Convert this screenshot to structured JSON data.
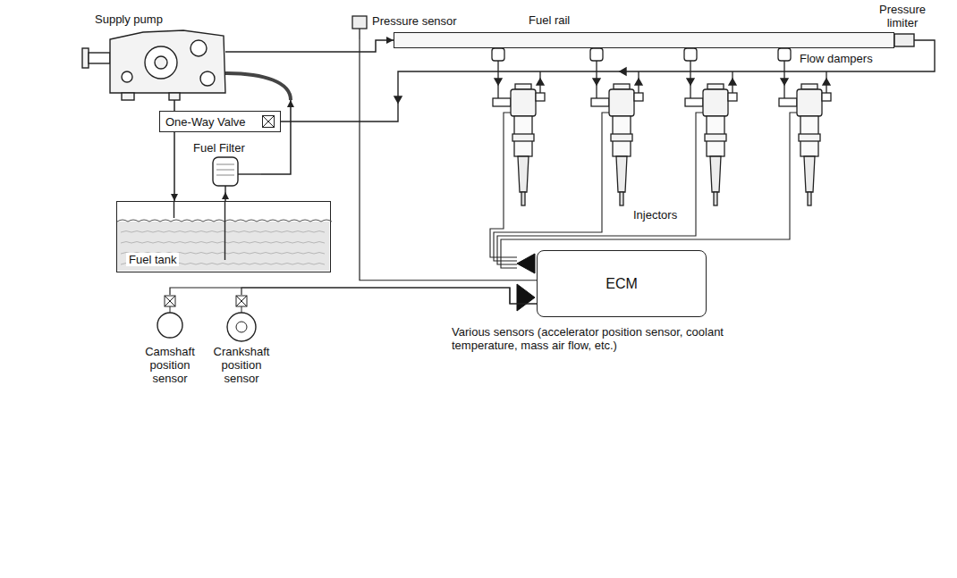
{
  "diagram": {
    "nodes": [
      {
        "text": [
          "Supply pump"
        ]
      },
      {
        "text": [
          "Pressure sensor"
        ]
      },
      {
        "text": [
          "Fuel rail"
        ]
      },
      {
        "text": [
          "Pressure limiter"
        ]
      },
      {
        "text": [
          "One-Way Valve"
        ]
      },
      {
        "text": [
          "Fuel Filter"
        ]
      },
      {
        "text": [
          "Fuel tank"
        ]
      },
      {
        "text": [
          "ECM"
        ]
      },
      {
        "text": [
          "Camshaft position sensor"
        ]
      },
      {
        "text": [
          "Crankshaft position sensor"
        ]
      }
    ],
    "edges": [
      {
        "from": 6,
        "to": 5,
        "arrow": "to"
      },
      {
        "from": 5,
        "to": 0,
        "arrow": "to"
      },
      {
        "from": 0,
        "to": 2,
        "arrow": "to"
      },
      {
        "from": 0,
        "to": 4,
        "arrow": "none"
      },
      {
        "from": 4,
        "to": 6,
        "arrow": "to"
      },
      {
        "from": 1,
        "to": 7,
        "arrow": "none"
      },
      {
        "from": 8,
        "to": 7,
        "arrow": "none"
      },
      {
        "from": 9,
        "to": 7,
        "arrow": "none"
      }
    ],
    "labels": [
      "Flow dampers",
      "Injectors",
      "Various sensors (accelerator position sensor, coolant temperature, mass air flow, etc.)"
    ]
  }
}
